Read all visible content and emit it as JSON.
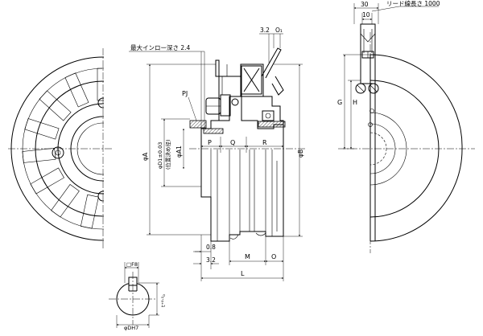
{
  "dims": {
    "d30": "30",
    "d10": "10",
    "lead_length": "リード線長さ 1000",
    "d3_2_top": "3.2",
    "o1": "O₁",
    "max_inlo_depth": "最大インロー深さ 2.4",
    "pj": "PJ",
    "phi_a": "φA",
    "phi_d1": "φD1±0.03",
    "positioning_diameter": "(位置決め径)",
    "phi_a1": "φA1",
    "p": "P",
    "q": "Q",
    "r": "R",
    "phi_b": "φB",
    "g": "G",
    "h": "H",
    "d0_8": "0.8",
    "d3_2_bottom": "3.2",
    "m": "M",
    "o": "O",
    "l": "L",
    "f8": "□F8",
    "t_tol": "t⁺⁰·²₀",
    "phi_d_h7": "φDH7"
  }
}
